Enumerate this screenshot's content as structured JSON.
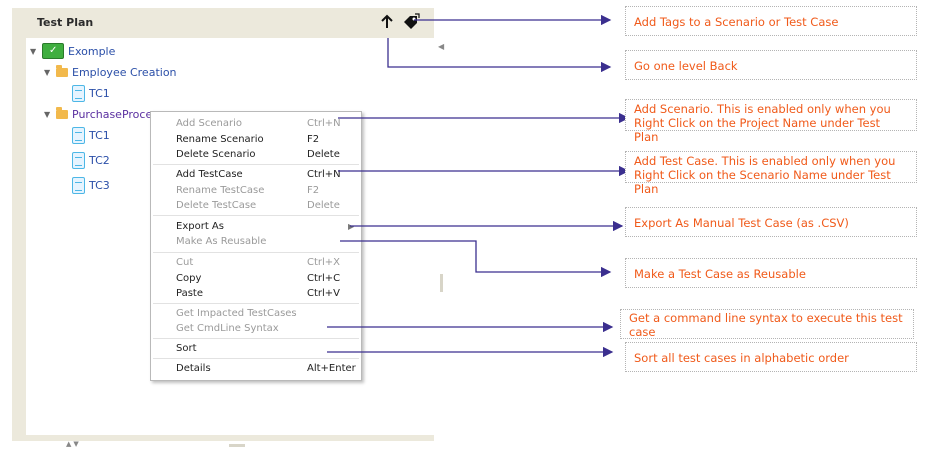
{
  "panel": {
    "title": "Test Plan",
    "up_icon": "arrow-up-icon",
    "tag_icon": "tag-icon"
  },
  "tree": {
    "project": "Exomple",
    "scenario1": "Employee Creation",
    "scenario1_tc1": "TC1",
    "scenario2": "PurchaseProcess",
    "scenario2_tc1": "TC1",
    "scenario2_tc2": "TC2",
    "scenario2_tc3": "TC3"
  },
  "menu": {
    "add_scenario": "Add Scenario",
    "add_scenario_sc": "Ctrl+N",
    "rename_scenario": "Rename Scenario",
    "rename_scenario_sc": "F2",
    "delete_scenario": "Delete Scenario",
    "delete_scenario_sc": "Delete",
    "add_testcase": "Add TestCase",
    "add_testcase_sc": "Ctrl+N",
    "rename_testcase": "Rename TestCase",
    "rename_testcase_sc": "F2",
    "delete_testcase": "Delete TestCase",
    "delete_testcase_sc": "Delete",
    "export_as": "Export As",
    "make_reusable": "Make As Reusable",
    "cut": "Cut",
    "cut_sc": "Ctrl+X",
    "copy": "Copy",
    "copy_sc": "Ctrl+C",
    "paste": "Paste",
    "paste_sc": "Ctrl+V",
    "get_impacted": "Get Impacted TestCases",
    "get_cmdline": "Get CmdLine Syntax",
    "sort": "Sort",
    "details": "Details",
    "details_sc": "Alt+Enter"
  },
  "annotations": {
    "add_tags": "Add Tags to a Scenario or Test Case",
    "go_back": "Go one level Back",
    "add_scenario": "Add Scenario. This is enabled only when you Right Click on the Project Name under Test Plan",
    "add_testcase": "Add Test Case. This is enabled only when you Right Click on the Scenario Name under Test Plan",
    "export": "Export As Manual Test Case (as .CSV)",
    "reusable": "Make a Test Case as Reusable",
    "cmdline": "Get a command line syntax to execute this test case",
    "sort": "Sort all test cases in alphabetic order"
  },
  "colors": {
    "annotation_text": "#f05a1a",
    "arrow": "#3b2f8f",
    "panel_bg": "#ece9dc"
  }
}
